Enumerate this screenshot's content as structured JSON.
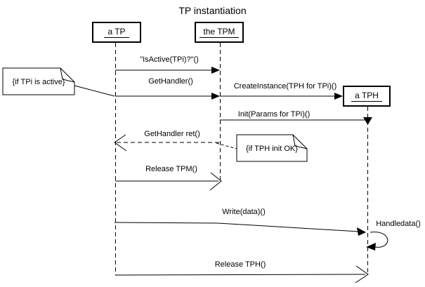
{
  "title": "TP instantiation",
  "diagram": {
    "objects": [
      {
        "id": "a-tp",
        "label": "a TP"
      },
      {
        "id": "the-tpm",
        "label": "the TPM"
      },
      {
        "id": "a-tph",
        "label": "a TPH"
      }
    ],
    "notes": [
      {
        "id": "note-tpi-active",
        "text": "{if TPi is active}"
      },
      {
        "id": "note-tph-init-ok",
        "text": "{if TPH init OK}"
      }
    ],
    "messages": [
      {
        "id": "isactive",
        "label": "\"IsActive(TPi)?\"()",
        "from": "a TP",
        "to": "the TPM",
        "line": "solid",
        "head": "filled"
      },
      {
        "id": "gethandler",
        "label": "GetHandler()",
        "from": "a TP",
        "to": "the TPM",
        "line": "solid",
        "head": "filled"
      },
      {
        "id": "createinstance",
        "label": "CreateInstance(TPH for TPi)()",
        "from": "the TPM",
        "to": "a TPH",
        "line": "solid",
        "head": "filled"
      },
      {
        "id": "init",
        "label": "Init(Params for TPi)()",
        "from": "the TPM",
        "to": "a TPH",
        "line": "solid",
        "head": "filled"
      },
      {
        "id": "gethandler-ret",
        "label": "GetHandler ret()",
        "from": "the TPM",
        "to": "a TP",
        "line": "dashed",
        "head": "open"
      },
      {
        "id": "release-tpm",
        "label": "Release TPM()",
        "from": "a TP",
        "to": "the TPM",
        "line": "solid",
        "head": "open"
      },
      {
        "id": "write",
        "label": "Write(data)()",
        "from": "a TP",
        "to": "a TPH",
        "line": "solid",
        "head": "filled"
      },
      {
        "id": "handledata",
        "label": "Handledata()",
        "from": "a TPH",
        "to": "a TPH",
        "line": "self-loop",
        "head": "filled"
      },
      {
        "id": "release-tph",
        "label": "Release TPH()",
        "from": "a TP",
        "to": "a TPH",
        "line": "solid",
        "head": "open"
      }
    ]
  }
}
